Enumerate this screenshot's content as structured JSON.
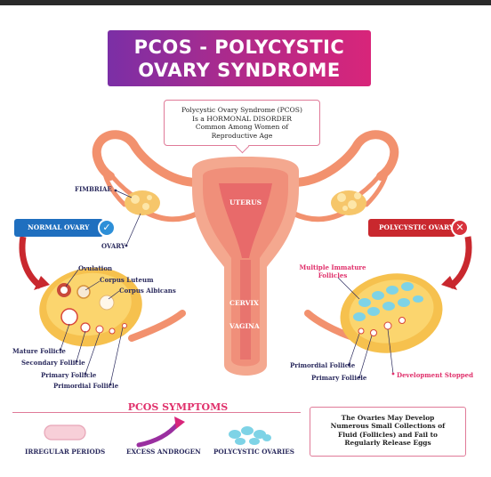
{
  "title": {
    "line1": "PCOS - POLYCYSTIC",
    "line2": "OVARY SYNDROME"
  },
  "intro": {
    "line1": "Polycystic Ovary Syndrome (PCOS)",
    "line2": "Is a HORMONAL DISORDER",
    "line3": "Common Among Women of",
    "line4": "Reproductive Age"
  },
  "uterus_labels": {
    "uterus": "UTERUS",
    "cervix": "CERVIX",
    "vagina": "VAGINA",
    "fimbriae": "FIMBRIAE",
    "ovary": "OVARY"
  },
  "normal_ovary": {
    "heading": "NORMAL OVARY",
    "labels": {
      "ovulation": "Ovulation",
      "corpus_luteum": "Corpus Luteum",
      "corpus_albicans": "Corpus Albicans",
      "mature_follicle": "Mature Follicle",
      "secondary_follicle": "Secondary Follicle",
      "primary_follicle": "Primary Follicle",
      "primordial_follicle": "Primordial Follicle"
    }
  },
  "polycystic_ovary": {
    "heading": "POLYCYSTIC OVARY",
    "labels": {
      "immature_line1": "Multiple Immature",
      "immature_line2": "Follicles",
      "primordial_follicle": "Primordial Follicle",
      "primary_follicle": "Primary Follicle",
      "development_stopped": "Development Stopped"
    }
  },
  "symptoms": {
    "heading": "PCOS SYMPTOMS",
    "items": [
      {
        "label": "IRREGULAR PERIODS",
        "icon": "pad-icon"
      },
      {
        "label": "EXCESS ANDROGEN",
        "icon": "arrow-up-icon"
      },
      {
        "label": "POLYCYSTIC OVARIES",
        "icon": "cysts-icon"
      }
    ]
  },
  "note": {
    "line1": "The Ovaries May Develop",
    "line2": "Numerous Small Collections of",
    "line3": "Fluid (Follicles) and Fail to",
    "line4": "Regularly Release Eggs"
  },
  "colors": {
    "title_start": "#7b2fa6",
    "title_end": "#d8257a",
    "normal": "#1f6fbf",
    "poly": "#c9282e",
    "accent": "#e0306b"
  }
}
